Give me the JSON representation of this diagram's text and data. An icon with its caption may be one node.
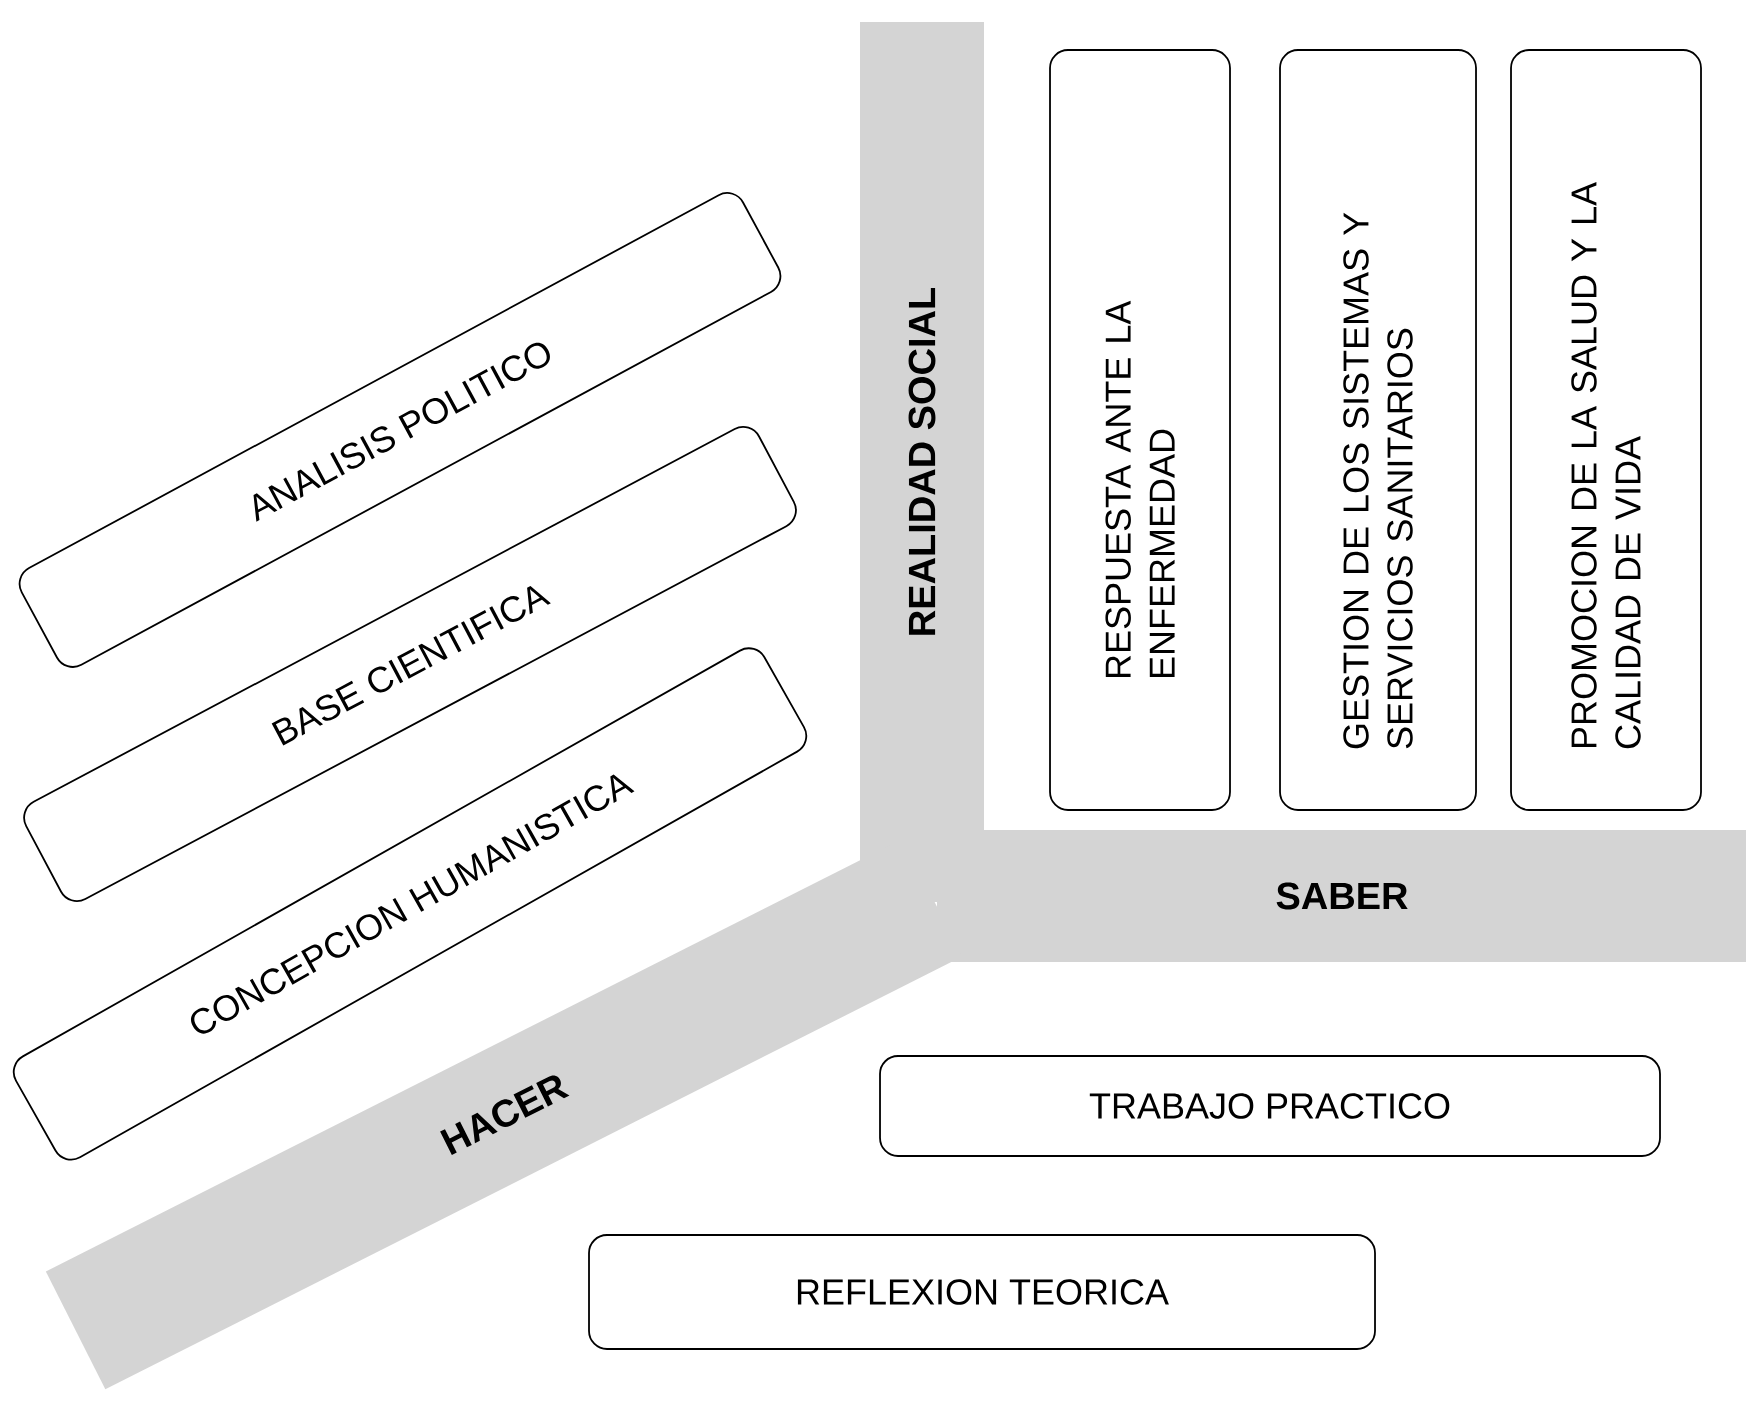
{
  "diagram": {
    "nodes": [
      {
        "text": [
          "REALIDAD SOCIAL"
        ]
      },
      {
        "text": [
          "SABER"
        ]
      },
      {
        "text": [
          "HACER"
        ]
      },
      {
        "text": [
          "ANALISIS POLITICO"
        ]
      },
      {
        "text": [
          "BASE CIENTIFICA"
        ]
      },
      {
        "text": [
          "CONCEPCION HUMANISTICA"
        ]
      },
      {
        "text": [
          "RESPUESTA ANTE LA ENFERMEDAD"
        ]
      },
      {
        "text": [
          "GESTION DE LOS SISTEMAS Y SERVICIOS SANITARIOS"
        ]
      },
      {
        "text": [
          "PROMOCION DE LA SALUD Y LA CALIDAD DE VIDA"
        ]
      },
      {
        "text": [
          "TRABAJO PRACTICO"
        ]
      },
      {
        "text": [
          "REFLEXION TEORICA"
        ]
      }
    ]
  }
}
